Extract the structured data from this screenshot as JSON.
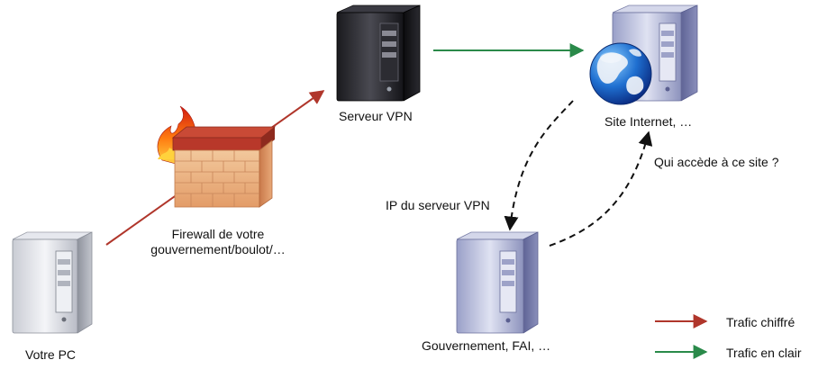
{
  "nodes": {
    "pc": {
      "label": "Votre PC"
    },
    "firewall": {
      "label_line1": "Firewall de votre",
      "label_line2": "gouvernement/boulot/…"
    },
    "vpn": {
      "label": "Serveur VPN"
    },
    "site": {
      "label": "Site Internet, …"
    },
    "gov": {
      "label": "Gouvernement, FAI, …"
    }
  },
  "annotations": {
    "ip_vpn": "IP du serveur VPN",
    "who_access": "Qui accède à ce site ?"
  },
  "legend": {
    "encrypted": "Trafic chiffré",
    "clear": "Trafic en clair"
  },
  "colors": {
    "encrypted": "#b0362b",
    "clear": "#2a8a4a",
    "dashed": "#111111"
  }
}
